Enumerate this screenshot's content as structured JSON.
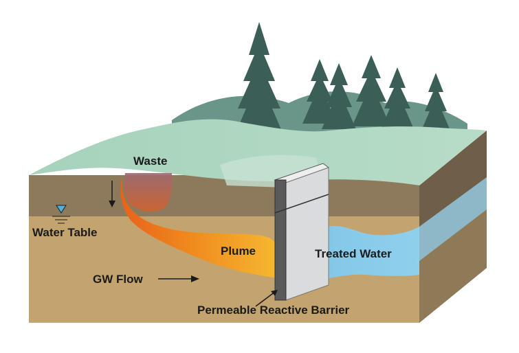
{
  "diagram": {
    "labels": {
      "waste": "Waste",
      "water_table": "Water Table",
      "gw_flow": "GW Flow",
      "plume": "Plume",
      "treated_water": "Treated Water",
      "barrier": "Permeable Reactive Barrier"
    },
    "colors": {
      "sky": "#ffffff",
      "ground_surface": "#a9d3bd",
      "upper_soil": "#8d7a5c",
      "lower_soil": "#c4a46e",
      "block_side_dark": "#6f5f48",
      "plume_orange": "#f07a1c",
      "plume_yellow": "#f4b52a",
      "treated_water": "#8ccbe6",
      "barrier_face": "#d9dbdc",
      "barrier_edge": "#555555",
      "trees": "#3b5f57",
      "hills": "#5f8a7a",
      "water_table_marker": "#4fb0e0"
    }
  }
}
